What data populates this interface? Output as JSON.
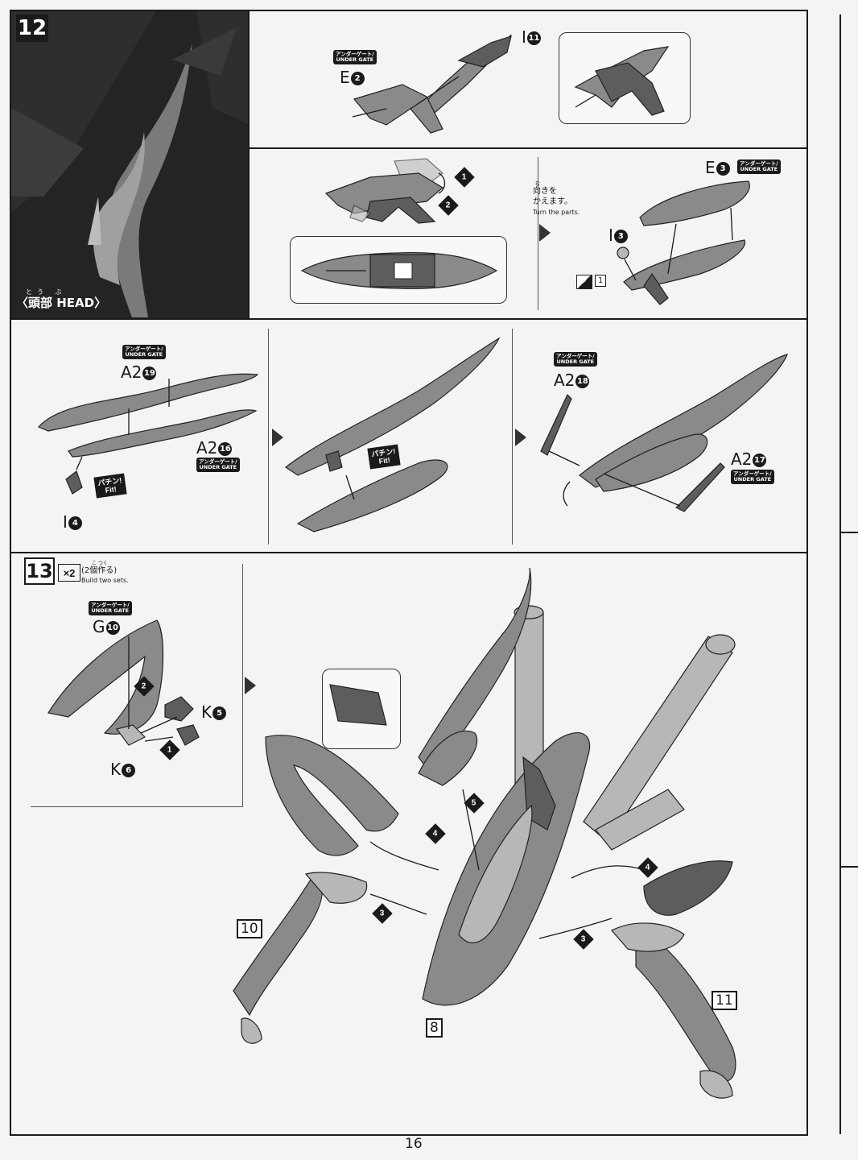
{
  "page_number": "16",
  "step12": {
    "number": "12",
    "photo_ruby": "とう ぶ",
    "photo_label_jp": "〈頭部",
    "photo_label_en": "HEAD〉",
    "row1": {
      "gate_tag_line1": "アンダーゲート/",
      "gate_tag_line2": "UNDER GATE",
      "part_e": "E",
      "part_e_num": "2",
      "part_i": "I",
      "part_i_num": "11"
    },
    "row2": {
      "seq1": "1",
      "seq2": "2",
      "turn_ruby": "む",
      "turn_jp_1": "向きを",
      "turn_jp_2": "かえます。",
      "turn_en": "Turn the parts.",
      "part_e": "E",
      "part_e_num": "3",
      "gate_tag_line1": "アンダーゲート/",
      "gate_tag_line2": "UNDER GATE",
      "part_i": "I",
      "part_i_num": "3",
      "seal_ref": "1"
    },
    "row3": {
      "gate_tag_line1": "アンダーゲート/",
      "gate_tag_line2": "UNDER GATE",
      "part_a2_19": "A2",
      "part_a2_19_num": "19",
      "part_a2_16": "A2",
      "part_a2_16_num": "16",
      "part_i4": "I",
      "part_i4_num": "4",
      "fit_jp": "パチン!",
      "fit_en": "Fit!",
      "part_a2_18": "A2",
      "part_a2_18_num": "18",
      "part_a2_17": "A2",
      "part_a2_17_num": "17"
    }
  },
  "step13": {
    "number": "13",
    "multiplier": "×2",
    "ruby": "こ つく",
    "build_jp": "(2個作る)",
    "build_en": "Build two sets.",
    "gate_tag_line1": "アンダーゲート/",
    "gate_tag_line2": "UNDER GATE",
    "part_g": "G",
    "part_g_num": "10",
    "part_k5": "K",
    "part_k5_num": "5",
    "part_k6": "K",
    "part_k6_num": "6",
    "seq_1": "1",
    "seq_2": "2",
    "seq_3a": "3",
    "seq_3b": "3",
    "seq_4a": "4",
    "seq_4b": "4",
    "seq_5": "5",
    "ref_8": "8",
    "ref_10": "10",
    "ref_11": "11"
  }
}
